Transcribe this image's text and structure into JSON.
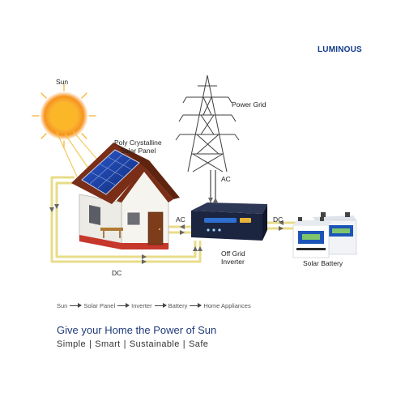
{
  "brand": {
    "name": "LUMINOUS",
    "color": "#123a8c"
  },
  "labels": {
    "sun": "Sun",
    "power_grid": "Power Grid",
    "solar_panel_line1": "Poly Crystalline",
    "solar_panel_line2": "Solar Panel",
    "ac_grid": "AC",
    "ac_house": "AC",
    "dc_battery": "DC",
    "dc_bottom": "DC",
    "inverter_line1": "Off Grid",
    "inverter_line2": "Inverter",
    "battery": "Solar Battery"
  },
  "flow": [
    "Sun",
    "Solar Panel",
    "Inverter",
    "Battery",
    "Home Appliances"
  ],
  "headline": "Give your Home the Power of Sun",
  "tagline": [
    "Simple",
    "Smart",
    "Sustainable",
    "Safe"
  ],
  "tagline_separator": "|",
  "colors": {
    "wire": "#e8dc8a",
    "roof": "#7a2e17",
    "wall": "#f4f2ee",
    "panel": "#1a3f99",
    "inverter": "#1b2540",
    "battery_label": "#1d54b8",
    "sun": "#f7a21a",
    "tower": "#3f3f3f"
  },
  "icons": [
    "sun-icon",
    "tower-icon",
    "house-icon",
    "inverter-icon",
    "battery-icon"
  ]
}
